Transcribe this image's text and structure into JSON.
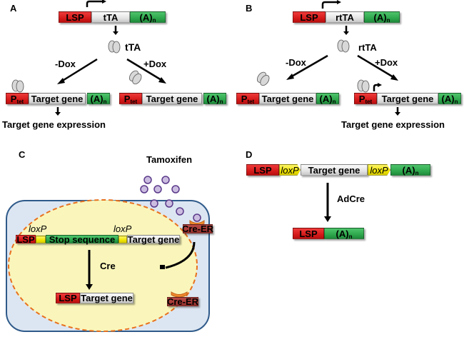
{
  "panels": {
    "A": {
      "label": "A",
      "construct": {
        "promoter": "LSP",
        "gene": "tTA",
        "polyA": "(A)",
        "polyA_sub": "n"
      },
      "protein_label": "tTA",
      "minus_dox": "-Dox",
      "plus_dox": "+Dox",
      "left_construct": {
        "promoter": "P",
        "promoter_sub": "tet",
        "gene": "Target gene",
        "polyA": "(A)",
        "polyA_sub": "n"
      },
      "right_construct": {
        "promoter": "P",
        "promoter_sub": "tet",
        "gene": "Target gene",
        "polyA": "(A)",
        "polyA_sub": "n"
      },
      "outcome": "Target gene expression"
    },
    "B": {
      "label": "B",
      "construct": {
        "promoter": "LSP",
        "gene": "rtTA",
        "polyA": "(A)",
        "polyA_sub": "n"
      },
      "protein_label": "rtTA",
      "minus_dox": "-Dox",
      "plus_dox": "+Dox",
      "left_construct": {
        "promoter": "P",
        "promoter_sub": "tet",
        "gene": "Target gene",
        "polyA": "(A)",
        "polyA_sub": "n"
      },
      "right_construct": {
        "promoter": "P",
        "promoter_sub": "tet",
        "gene": "Target gene",
        "polyA": "(A)",
        "polyA_sub": "n"
      },
      "outcome": "Target gene expression"
    },
    "C": {
      "label": "C",
      "drug": "Tamoxifen",
      "loxp1": "loxP",
      "loxp2": "loxP",
      "construct": {
        "promoter": "LSP",
        "stop": "Stop sequence",
        "gene": "Target gene"
      },
      "enzyme": "Cre",
      "receptor_top": "Cre-ER",
      "receptor_bottom": "Cre-ER",
      "result": {
        "promoter": "LSP",
        "gene": "Target gene"
      }
    },
    "D": {
      "label": "D",
      "construct": {
        "promoter": "LSP",
        "loxp1": "loxP",
        "gene": "Target gene",
        "loxp2": "loxP",
        "polyA": "(A)",
        "polyA_sub": "n"
      },
      "agent": "AdCre",
      "result": {
        "promoter": "LSP",
        "polyA": "(A)",
        "polyA_sub": "n"
      }
    }
  },
  "colors": {
    "promoter": "#d61a1a",
    "gene": "#e4e4e4",
    "polyA": "#2ea84d",
    "loxp": "#f0e400",
    "cell": "#dce6f2",
    "nucleus": "#faf6bb",
    "nucleus_border": "#e8711e",
    "cre_er": "#a83b37",
    "receptor": "#f08a2c",
    "tamoxifen": "#cbbde0"
  }
}
